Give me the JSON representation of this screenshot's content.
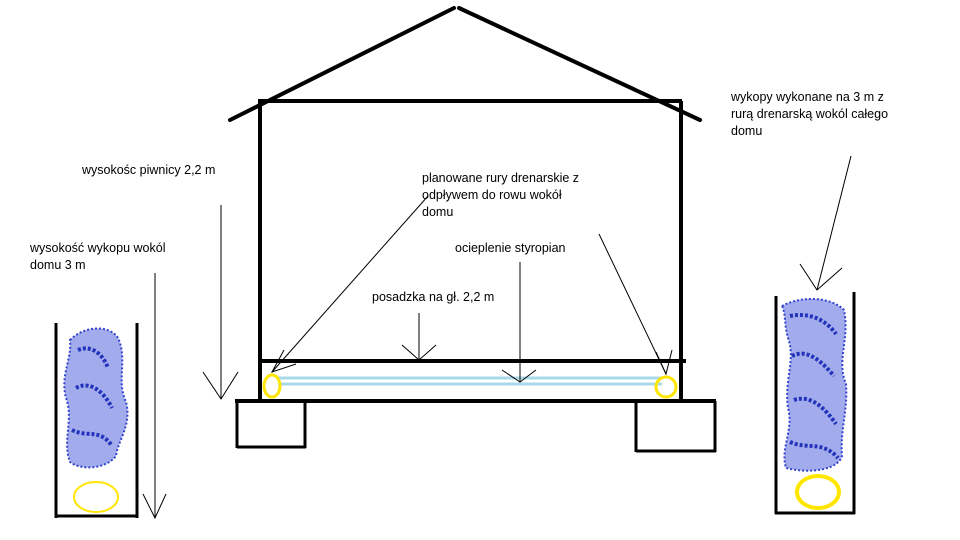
{
  "labels": {
    "excavation_depth": [
      "wysokość wykopu wokól",
      "domu 3 m"
    ],
    "basement_height": "wysokośc piwnicy 2,2 m",
    "drain_pipes": [
      "planowane rury drenarskie z",
      "odpływem do rowu wokół",
      "domu"
    ],
    "insulation": "ocieplenie styropian",
    "floor_depth": "posadzka na gł. 2,2 m",
    "trenches": [
      "wykopy wykonane na 3 m z",
      "rurą drenarską wokól całego",
      "domu"
    ]
  },
  "colors": {
    "outline": "#000000",
    "pipe": "#ffe600",
    "insulation": "#a8d8ea",
    "gravel": "#3344cc"
  }
}
